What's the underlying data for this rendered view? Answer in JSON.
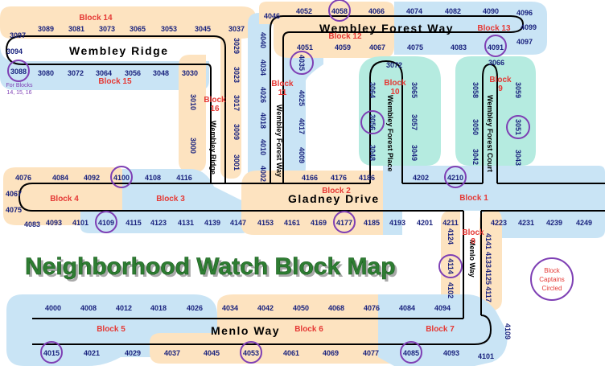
{
  "title": "Neighborhood Watch Block Map",
  "legend": {
    "line1": "Block",
    "line2": "Captains",
    "line3": "Circled"
  },
  "note": {
    "line1": "For Blocks",
    "line2": "14, 15, 16"
  },
  "colors": {
    "blue_zone": "#c9e4f5",
    "orange_zone": "#fde3c0",
    "teal_zone": "#b5ebe0",
    "road": "#000000",
    "address": "#1a237e",
    "block_label": "#e53935",
    "captain_circle": "#7e3fb4",
    "title_fill": "#2e7d32",
    "title_shadow": "#a9a9a9"
  },
  "streets": {
    "wembley_forest_way": "Wembley Forest Way",
    "wembley_ridge_h": "Wembley Ridge",
    "wembley_ridge_v": "Wembley Ridge",
    "wembley_forest_way_v": "Wembley Forest Way",
    "wembley_forest_place": "Wembley Forest Place",
    "wembley_forest_court": "Wembley Forest Court",
    "gladney_drive": "Gladney Drive",
    "menlo_way_v": "Menlo Way",
    "menlo_way_h": "Menlo Way"
  },
  "blocks": {
    "b1": "Block 1",
    "b2": "Block 2",
    "b3": "Block 3",
    "b4": "Block 4",
    "b5": "Block 5",
    "b6": "Block 6",
    "b7": "Block 7",
    "b8a": "Block",
    "b8b": "8",
    "b9a": "Block",
    "b9b": "9",
    "b10a": "Block",
    "b10b": "10",
    "b11a": "Block",
    "b11b": "11",
    "b12": "Block 12",
    "b13": "Block 13",
    "b14": "Block 14",
    "b15": "Block 15",
    "b16a": "Block",
    "b16b": "16"
  },
  "addresses": {
    "a4052": "4052",
    "a4058": "4058",
    "a4066": "4066",
    "a4074": "4074",
    "a4082": "4082",
    "a4090": "4090",
    "a4096": "4096",
    "a4099": "4099",
    "a4097": "4097",
    "a4091": "4091",
    "a4083": "4083",
    "a4075": "4075",
    "a4067": "4067",
    "a4059": "4059",
    "a4051": "4051",
    "a4046": "4046",
    "a3097": "3097",
    "a3089": "3089",
    "a3081": "3081",
    "a3073": "3073",
    "a3065": "3065",
    "a3053": "3053",
    "a3045": "3045",
    "a3037": "3037",
    "a3094": "3094",
    "a3088": "3088",
    "a3080": "3080",
    "a3072": "3072",
    "a3064": "3064",
    "a3056": "3056",
    "a3048": "3048",
    "a3030": "3030",
    "a3029": "3029",
    "a3023": "3023",
    "a3017": "3017",
    "a3009": "3009",
    "a3001": "3001",
    "a3010": "3010",
    "a3000": "3000",
    "a4040": "4040",
    "a4034": "4034",
    "a4026": "4026",
    "a4018": "4018",
    "a4010": "4010",
    "a4002": "4002",
    "a4035": "4035",
    "a4025": "4025",
    "a4017": "4017",
    "a4009": "4009",
    "a3072b": "3072",
    "a3064b": "3064",
    "a3056b": "3056",
    "a3048b": "3048",
    "a3065b": "3065",
    "a3057": "3057",
    "a3049": "3049",
    "a3066": "3066",
    "a3058": "3058",
    "a3050": "3050",
    "a3042": "3042",
    "a3059": "3059",
    "a3051": "3051",
    "a3043": "3043",
    "a4076": "4076",
    "a4084": "4084",
    "a4092": "4092",
    "a4100": "4100",
    "a4108": "4108",
    "a4116": "4116",
    "a4067b": "4067",
    "a4075b": "4075",
    "a4083b": "4083",
    "a4166": "4166",
    "a4176": "4176",
    "a4186": "4186",
    "a4202": "4202",
    "a4210": "4210",
    "a4093": "4093",
    "a4101": "4101",
    "a4109": "4109",
    "a4115": "4115",
    "a4123": "4123",
    "a4131": "4131",
    "a4139": "4139",
    "a4147": "4147",
    "a4153": "4153",
    "a4161": "4161",
    "a4169": "4169",
    "a4177": "4177",
    "a4185": "4185",
    "a4193": "4193",
    "a4201": "4201",
    "a4211": "4211",
    "a4223": "4223",
    "a4231": "4231",
    "a4239": "4239",
    "a4249": "4249",
    "a4124": "4124",
    "a4114": "4114",
    "a4102": "4102",
    "a4141": "4141",
    "a4133": "4133",
    "a4125": "4125",
    "a4117": "4117",
    "a4109b": "4109",
    "a4101b": "4101",
    "a4000": "4000",
    "a4008": "4008",
    "a4012": "4012",
    "a4018b": "4018",
    "a4026b": "4026",
    "a4034b": "4034",
    "a4042": "4042",
    "a4050": "4050",
    "a4068": "4068",
    "a4076b": "4076",
    "a4084b": "4084",
    "a4094": "4094",
    "a4015": "4015",
    "a4021": "4021",
    "a4029": "4029",
    "a4037": "4037",
    "a4045": "4045",
    "a4053": "4053",
    "a4061": "4061",
    "a4069": "4069",
    "a4077": "4077",
    "a4085": "4085",
    "a4093b": "4093"
  }
}
